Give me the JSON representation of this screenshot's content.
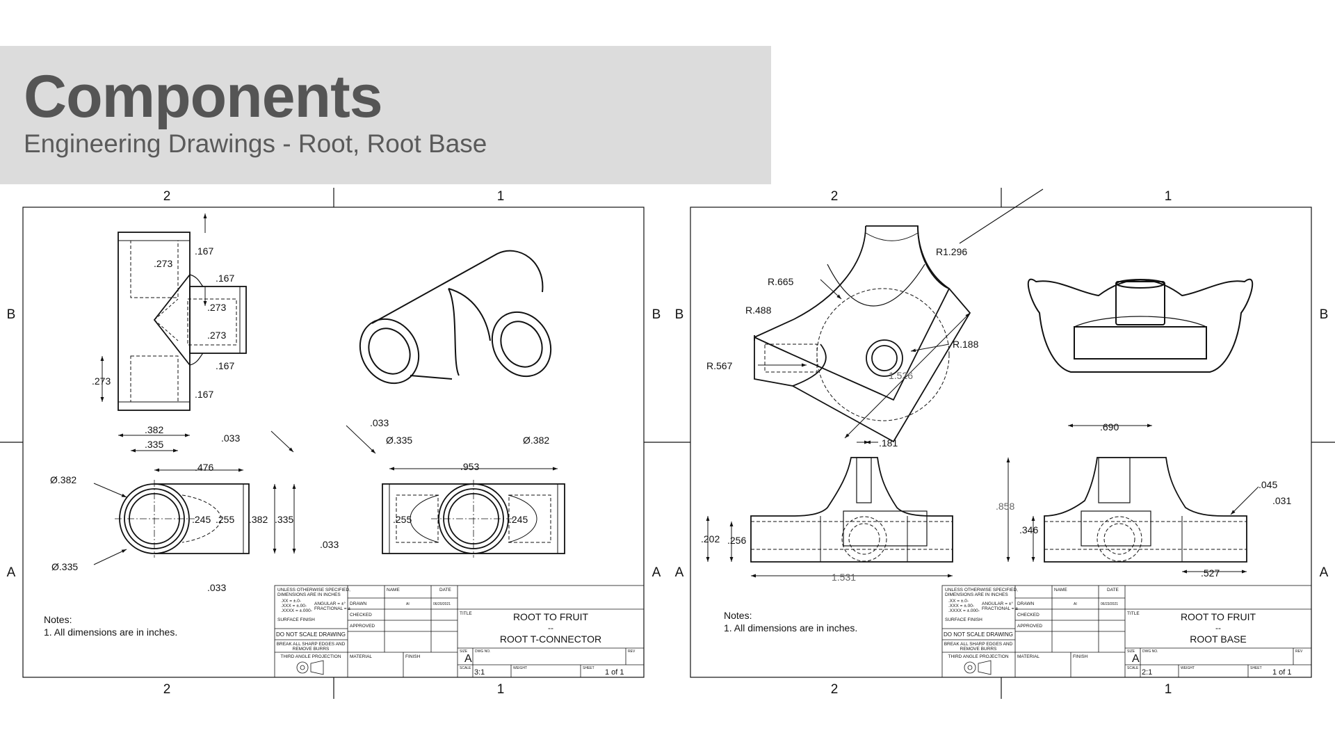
{
  "header": {
    "title": "Components",
    "subtitle": "Engineering Drawings - Root, Root Base"
  },
  "sheets": [
    {
      "zones_top": [
        "2",
        "1"
      ],
      "zones_side": [
        "B",
        "A"
      ],
      "notes": [
        "Notes:",
        "1. All dimensions are in inches."
      ],
      "dimensions": [
        ".273",
        ".167",
        ".167",
        ".273",
        ".273",
        ".167",
        ".273",
        ".167",
        ".382",
        ".335",
        ".033",
        "Ø.382",
        ".476",
        ".245",
        ".255",
        ".382",
        ".335",
        "Ø.335",
        ".033",
        ".033",
        "Ø.335",
        "Ø.382",
        ".953",
        ".255",
        ".245",
        ".033"
      ],
      "title_block": {
        "tolerance_note": [
          "UNLESS OTHERWISE SPECIFIED,",
          "DIMENSIONS ARE IN INCHES",
          ".XX = ±.0-",
          ".XXX = ±.00-",
          ".XXXX = ±.000-",
          "ANGULAR = ±°",
          "FRACTIONAL = ±"
        ],
        "surface_finish": "SURFACE FINISH",
        "do_not_scale": "DO NOT SCALE DRAWING",
        "break_edges": [
          "BREAK ALL SHARP EDGES AND",
          "REMOVE BURRS"
        ],
        "projection": "THIRD ANGLE PROJECTION",
        "col_name": "NAME",
        "col_date": "DATE",
        "rows": [
          "DRAWN",
          "CHECKED",
          "APPROVED"
        ],
        "drawn_by": "AI",
        "drawn_date": "06/20/2021",
        "material": "MATERIAL",
        "finish": "FINISH",
        "title_label": "TITLE",
        "title_lines": [
          "ROOT TO FRUIT",
          "--",
          "ROOT T-CONNECTOR"
        ],
        "size_label": "SIZE",
        "size": "A",
        "dwg_no_label": "DWG NO.",
        "rev_label": "REV",
        "scale_label": "SCALE",
        "scale": "3:1",
        "weight_label": "WEIGHT",
        "sheet_label": "SHEET",
        "sheet": "1 of 1"
      }
    },
    {
      "zones_top": [
        "2",
        "1"
      ],
      "zones_side": [
        "B",
        "A"
      ],
      "notes": [
        "Notes:",
        "1. All dimensions are in inches."
      ],
      "dimensions": [
        "R1.296",
        "R.665",
        "R.488",
        "R.188",
        "R.567",
        "1.526",
        ".181",
        ".690",
        ".045",
        ".031",
        ".858",
        ".346",
        ".202",
        ".256",
        "1.531",
        ".527"
      ],
      "title_block": {
        "tolerance_note": [
          "UNLESS OTHERWISE SPECIFIED,",
          "DIMENSIONS ARE IN INCHES",
          ".XX = ±.0-",
          ".XXX = ±.00-",
          ".XXXX = ±.000-",
          "ANGULAR = ±°",
          "FRACTIONAL = ±"
        ],
        "surface_finish": "SURFACE FINISH",
        "do_not_scale": "DO NOT SCALE DRAWING",
        "break_edges": [
          "BREAK ALL SHARP EDGES AND",
          "REMOVE BURRS"
        ],
        "projection": "THIRD ANGLE PROJECTION",
        "col_name": "NAME",
        "col_date": "DATE",
        "rows": [
          "DRAWN",
          "CHECKED",
          "APPROVED"
        ],
        "drawn_by": "AI",
        "drawn_date": "06/23/2021",
        "material": "MATERIAL",
        "finish": "FINISH",
        "title_label": "TITLE",
        "title_lines": [
          "ROOT  TO FRUIT",
          "--",
          "ROOT BASE"
        ],
        "size_label": "SIZE",
        "size": "A",
        "dwg_no_label": "DWG NO.",
        "rev_label": "REV",
        "scale_label": "SCALE",
        "scale": "2:1",
        "weight_label": "WEIGHT",
        "sheet_label": "SHEET",
        "sheet": "1 of 1"
      }
    }
  ]
}
